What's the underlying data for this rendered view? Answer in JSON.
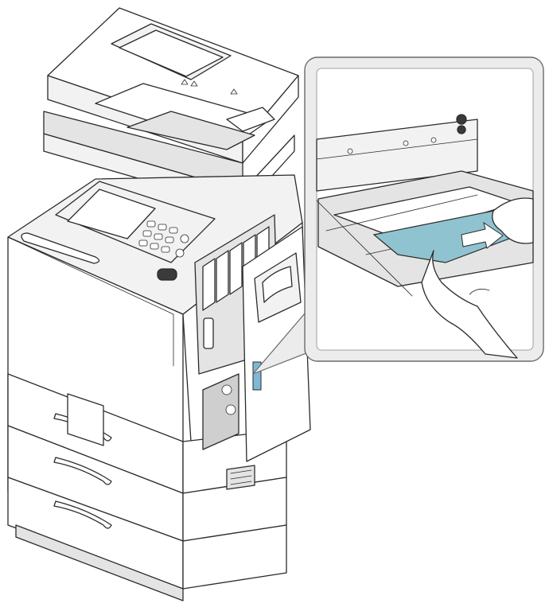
{
  "figure": {
    "kind": "instructional-illustration",
    "subject": "printer-paper-jam-removal",
    "colors": {
      "outline": "#2b2b2b",
      "body": "#ffffff",
      "shade": "#e4e4e4",
      "callout_bg": "#ececec",
      "paper": "#8fc3cf",
      "arrow": "#ffffff",
      "indicator": "#7db9d6"
    },
    "icons": [
      "printer",
      "fuser-unit",
      "jammed-paper",
      "hand",
      "pull-arrow",
      "magnify-callout"
    ]
  }
}
